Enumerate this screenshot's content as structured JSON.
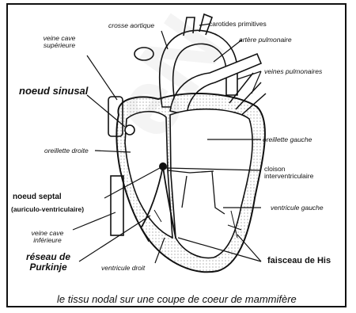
{
  "labels": {
    "crosse_aortique": "crosse aortique",
    "carotides": "carotides primitives",
    "veine_cave_sup": "veine cave supérieure",
    "artere_pulmonaire": "artère pulmonaire",
    "veines_pulmonaires": "veines pulmonaires",
    "noeud_sinusal": "noeud sinusal",
    "oreillette_droite": "oreillette droite",
    "oreillette_gauche": "oreillette gauche",
    "cloison": "cloison interventriculaire",
    "noeud_septal": "noeud septal",
    "auriculo": "(auriculo-ventriculaire)",
    "ventricule_gauche": "ventricule gauche",
    "veine_cave_inf": "veine cave inférieure",
    "reseau_purkinje": "réseau de Purkinje",
    "ventricule_droit": "ventricule droit",
    "faisceau_his": "faisceau de His"
  },
  "caption": "le tissu nodal  sur une coupe de coeur de mammifère"
}
